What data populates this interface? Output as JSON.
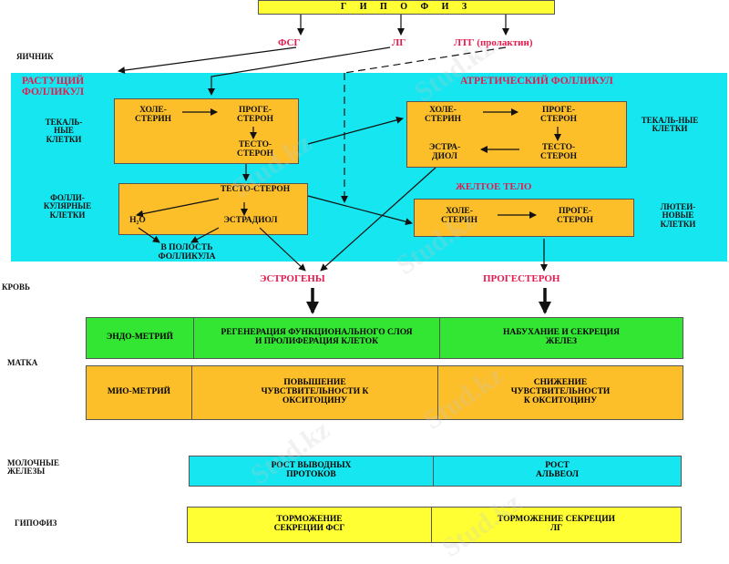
{
  "hypophysis_top": "Г И П О Ф И З",
  "hormones": {
    "fsg": "ФСГ",
    "lg": "ЛГ",
    "ltg": "ЛТГ (пролактин)"
  },
  "ovary_label": "ЯИЧНИК",
  "growing_follicle": "РАСТУЩИЙ ФОЛЛИКУЛ",
  "atretic_follicle": "АТРЕТИЧЕСКИЙ ФОЛЛИКУЛ",
  "theca_cells_left": "ТЕКАЛЬ-НЫЕ КЛЕТКИ",
  "theca_cells_right": "ТЕКАЛЬ-НЫЕ КЛЕТКИ",
  "follicular_cells": "ФОЛЛИ-КУЛЯРНЫЕ КЛЕТКИ",
  "luteal_cells": "ЛЮТЕИ-НОВЫЕ КЛЕТКИ",
  "yellow_body": "ЖЕЛТОЕ ТЕЛО",
  "box1": {
    "chol": "ХОЛЕ-СТЕРИН",
    "prog": "ПРОГЕ-СТЕРОН",
    "test": "ТЕСТО-СТЕРОН"
  },
  "box2": {
    "test": "ТЕСТО-СТЕРОН",
    "h2o": "H₂O",
    "estr": "ЭСТРАДИОЛ"
  },
  "to_cavity": "В ПОЛОСТЬ ФОЛЛИКУЛА",
  "box3": {
    "chol": "ХОЛЕ-СТЕРИН",
    "prog": "ПРОГЕ-СТЕРОН",
    "estr": "ЭСТРА-ДИОЛ",
    "test": "ТЕСТО-СТЕРОН"
  },
  "box4": {
    "chol": "ХОЛЕ-СТЕРИН",
    "prog": "ПРОГЕ-СТЕРОН"
  },
  "blood_label": "КРОВЬ",
  "estrogens": "ЭСТРОГЕНЫ",
  "progesterone": "ПРОГЕСТЕРОН",
  "uterus_label": "МАТКА",
  "endometrium": "ЭНДО-МЕТРИЙ",
  "endo_estr": "РЕГЕНЕРАЦИЯ ФУНКЦИОНАЛЬНОГО СЛОЯ И ПРОЛИФЕРАЦИЯ КЛЕТОК",
  "endo_prog": "НАБУХАНИЕ И СЕКРЕЦИЯ ЖЕЛЕЗ",
  "myometrium": "МИО-МЕТРИЙ",
  "myo_estr": "ПОВЫШЕНИЕ ЧУВСТВИТЕЛЬНОСТИ К ОКСИТОЦИНУ",
  "myo_prog": "СНИЖЕНИЕ ЧУВСТВИТЕЛЬНОСТИ К ОКСИТОЦИНУ",
  "mammary_label": "МОЛОЧНЫЕ ЖЕЛЕЗЫ",
  "mam_estr": "РОСТ ВЫВОДНЫХ ПРОТОКОВ",
  "mam_prog": "РОСТ АЛЬВЕОЛ",
  "pituitary_label": "ГИПОФИЗ",
  "pit_estr": "ТОРМОЖЕНИЕ СЕКРЕЦИИ ФСГ",
  "pit_prog": "ТОРМОЖЕНИЕ СЕКРЕЦИИ ЛГ",
  "watermark": "Stud.kz",
  "colors": {
    "yellow": "#ffff33",
    "orange": "#fcbf2a",
    "cyan": "#16e6ef",
    "green": "#33e633",
    "pink": "#e8194d"
  }
}
